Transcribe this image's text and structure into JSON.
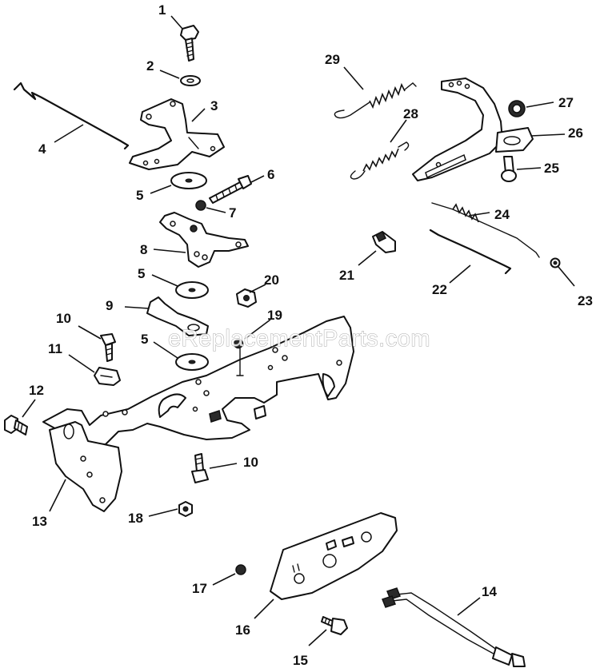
{
  "diagram": {
    "watermark": "eReplacementParts.com",
    "callouts": [
      "1",
      "2",
      "3",
      "4",
      "5",
      "6",
      "7",
      "8",
      "5",
      "20",
      "9",
      "19",
      "10",
      "5",
      "11",
      "12",
      "10",
      "13",
      "18",
      "17",
      "16",
      "15",
      "14",
      "29",
      "28",
      "27",
      "26",
      "25",
      "24",
      "21",
      "22",
      "23"
    ]
  }
}
